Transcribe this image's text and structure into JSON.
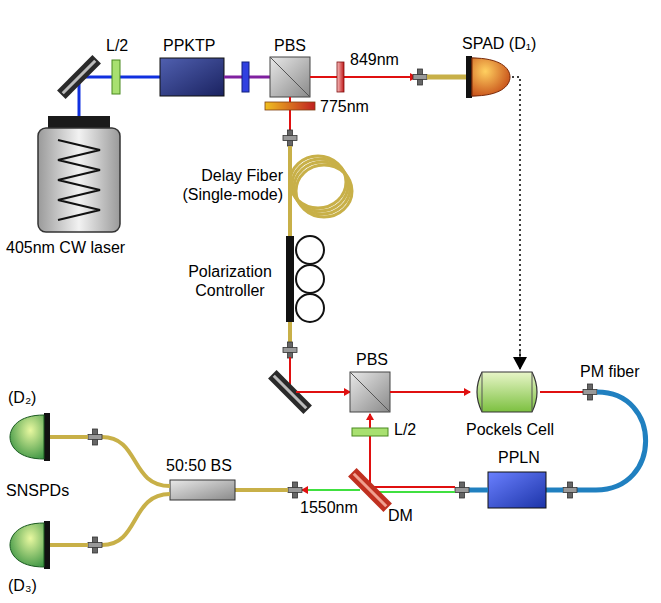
{
  "diagram": {
    "labels": [
      "L/2",
      "PPKTP",
      "PBS",
      "849nm",
      "SPAD (D₁)",
      "775nm",
      "405nm CW laser",
      "Delay Fiber (Single-mode)",
      "Polarization Controller",
      "PBS",
      "Pockels Cell",
      "PM fiber",
      "(D₂)",
      "SNSPDs",
      "50:50 BS",
      "(D₃)",
      "1550nm",
      "DM",
      "L/2",
      "PPLN"
    ]
  }
}
